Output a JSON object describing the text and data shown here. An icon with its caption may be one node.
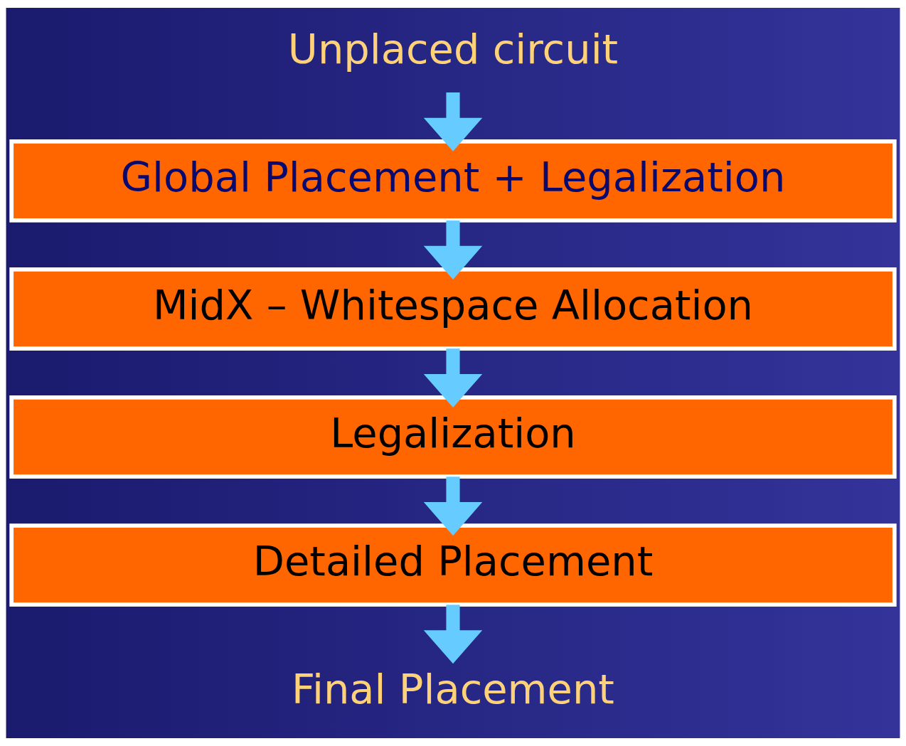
{
  "diagram": {
    "nodes": [
      {
        "text": [
          "Unplaced circuit"
        ]
      },
      {
        "text": [
          "Global Placement + Legalization"
        ]
      },
      {
        "text": [
          "MidX – Whitespace Allocation"
        ]
      },
      {
        "text": [
          "Legalization"
        ]
      },
      {
        "text": [
          "Detailed Placement"
        ]
      },
      {
        "text": [
          "Final Placement"
        ]
      }
    ],
    "edges": [
      {
        "from": 0,
        "to": 1,
        "arrow": "to"
      },
      {
        "from": 1,
        "to": 2,
        "arrow": "to"
      },
      {
        "from": 2,
        "to": 3,
        "arrow": "to"
      },
      {
        "from": 3,
        "to": 4,
        "arrow": "to"
      },
      {
        "from": 4,
        "to": 5,
        "arrow": "to"
      }
    ]
  }
}
